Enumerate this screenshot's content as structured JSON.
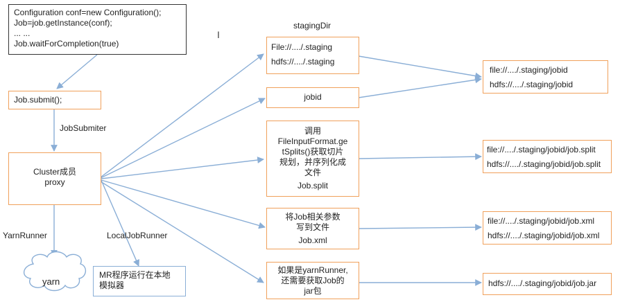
{
  "code_box": {
    "lines": [
      "Configuration conf=new Configuration();",
      "Job=job.getInstance(conf);",
      "... ...",
      "Job.waitForCompletion(true)"
    ]
  },
  "submit_box": "Job.submit();",
  "job_submitter_label": "JobSubmiter",
  "cluster_box": {
    "line1": "Cluster成员",
    "line2": "proxy"
  },
  "yarn_runner_label": "YarnRunner",
  "local_runner_label": "LocalJobRunner",
  "yarn_cloud": "yarn",
  "local_box": {
    "line1": "MR程序运行在本地",
    "line2": "模拟器"
  },
  "staging_dir_label": "stagingDir",
  "staging_box": {
    "line1": "File://..../.staging",
    "line2": "hdfs://..../.staging"
  },
  "jobid_box": "jobid",
  "split_box": {
    "line1": "调用",
    "line2": "FileInputFormat.ge",
    "line3": "tSplits()获取切片",
    "line4": "规划，并序列化成",
    "line5": "文件",
    "line6": "Job.split"
  },
  "xml_box": {
    "line1": "将Job相关参数",
    "line2": "写到文件",
    "line3": "Job.xml"
  },
  "jar_box": {
    "line1": "如果是yarnRunner,",
    "line2": "还需要获取Job的",
    "line3": "jar包"
  },
  "out_jobid": {
    "line1": "file://..../.staging/jobid",
    "line2": "hdfs://..../.staging/jobid"
  },
  "out_split": {
    "line1": "file://..../.staging/jobid/job.split",
    "line2": "hdfs://..../.staging/jobid/job.split"
  },
  "out_xml": {
    "line1": "file://..../.staging/jobid/job.xml",
    "line2": "hdfs://..../.staging/jobid/job.xml"
  },
  "out_jar": {
    "line1": "hdfs://..../.staging/jobid/job.jar"
  },
  "cursor_glyph": "I",
  "colors": {
    "orange_border": "#f0a05a",
    "blue_border": "#8aaed6",
    "arrow": "#8aaed6"
  }
}
